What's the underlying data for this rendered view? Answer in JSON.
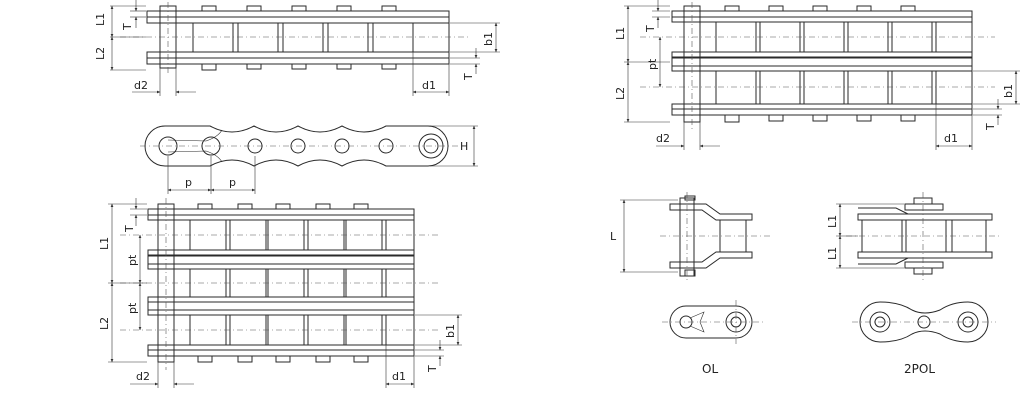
{
  "labels": {
    "L1": "L1",
    "L2": "L2",
    "T": "T",
    "b1": "b1",
    "d1": "d1",
    "d2": "d2",
    "H": "H",
    "p": "p",
    "pt": "pt",
    "L": "L",
    "OL": "OL",
    "POL2": "2POL"
  },
  "colors": {
    "line": "#2a2a2a",
    "background": "#ffffff"
  }
}
